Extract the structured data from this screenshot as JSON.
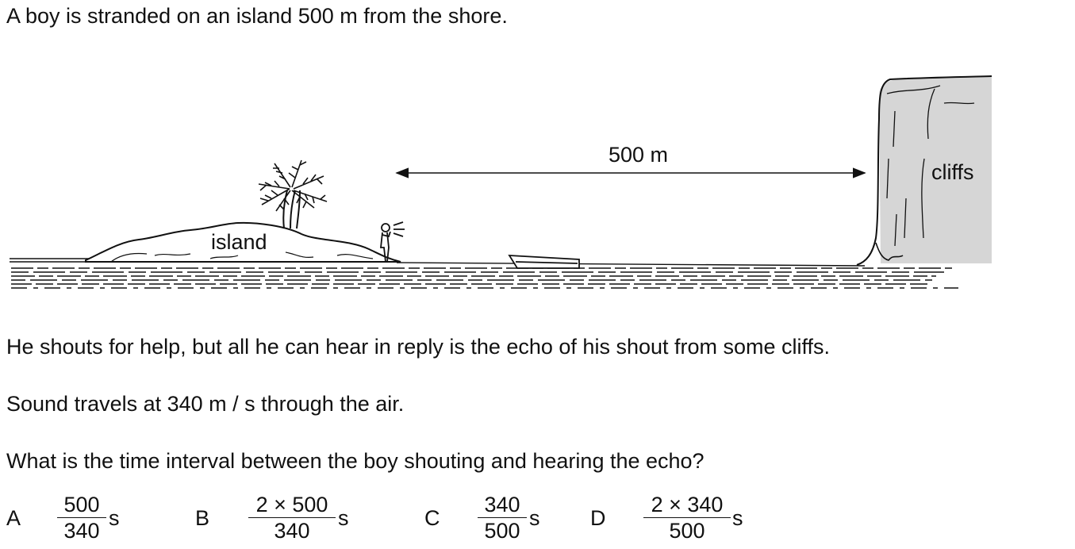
{
  "text": {
    "intro": "A boy is stranded on an island 500 m from the shore.",
    "shout": "He shouts for help, but all he can hear in reply is the echo of his shout from some cliffs.",
    "speed": "Sound travels at 340 m / s through the air.",
    "question": "What is the time interval between the boy shouting and hearing the echo?"
  },
  "diagram": {
    "distance_label": "500 m",
    "island_label": "island",
    "cliffs_label": "cliffs"
  },
  "options": [
    {
      "letter": "A",
      "numerator": "500",
      "denominator": "340",
      "unit": "s"
    },
    {
      "letter": "B",
      "numerator": "2 × 500",
      "denominator": "340",
      "unit": "s"
    },
    {
      "letter": "C",
      "numerator": "340",
      "denominator": "500",
      "unit": "s"
    },
    {
      "letter": "D",
      "numerator": "2 × 340",
      "denominator": "500",
      "unit": "s"
    }
  ]
}
